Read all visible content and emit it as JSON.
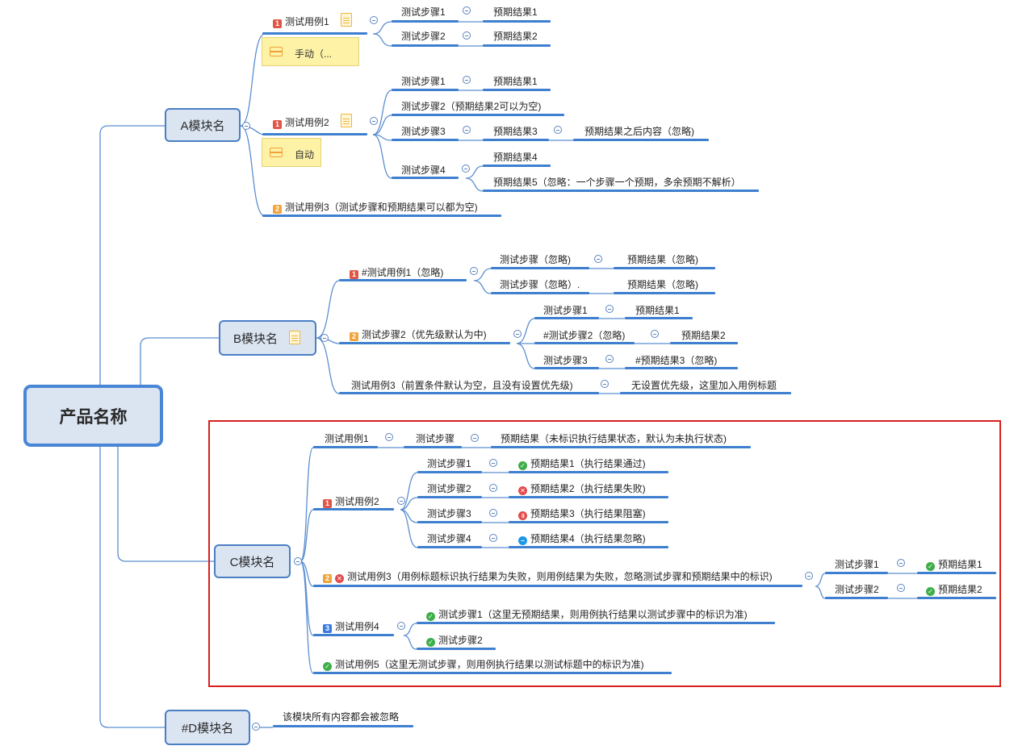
{
  "root": {
    "label": "产品名称"
  },
  "moduleA": {
    "label": "A模块名",
    "case1": {
      "priority": "1",
      "label": "测试用例1",
      "note": "手动（...",
      "step1": "测试步骤1",
      "result1": "预期结果1",
      "step2": "测试步骤2",
      "result2": "预期结果2"
    },
    "case2": {
      "priority": "1",
      "label": "测试用例2",
      "note": "自动",
      "step1": "测试步骤1",
      "result1": "预期结果1",
      "step2": "测试步骤2（预期结果2可以为空)",
      "step3": "测试步骤3",
      "result3": "预期结果3",
      "after3": "预期结果之后内容（忽略)",
      "step4": "测试步骤4",
      "result4": "预期结果4",
      "result5": "预期结果5（忽略：一个步骤一个预期，多余预期不解析）"
    },
    "case3": {
      "priority": "2",
      "label": "测试用例3（测试步骤和预期结果可以都为空)"
    }
  },
  "moduleB": {
    "label": "B模块名",
    "case1": {
      "priority": "1",
      "label": "#测试用例1（忽略)",
      "step1": "测试步骤（忽略)",
      "result1": "预期结果（忽略)",
      "step2": "测试步骤（忽略）.",
      "result2": "预期结果（忽略)"
    },
    "case2": {
      "priority": "2",
      "label": "测试步骤2（优先级默认为中)",
      "step1": "测试步骤1",
      "result1": "预期结果1",
      "step2": "#测试步骤2（忽略)",
      "result2": "预期结果2",
      "step3": "测试步骤3",
      "result3": "#预期结果3（忽略)"
    },
    "case3": {
      "label": "测试用例3（前置条件默认为空，且没有设置优先级)",
      "title": "无设置优先级，这里加入用例标题"
    }
  },
  "moduleC": {
    "label": "C模块名",
    "case1": {
      "label": "测试用例1",
      "step": "测试步骤",
      "result": "预期结果（未标识执行结果状态，默认为未执行状态)"
    },
    "case2": {
      "priority": "1",
      "label": "测试用例2",
      "step1": "测试步骤1",
      "result1": "预期结果1（执行结果通过)",
      "step2": "测试步骤2",
      "result2": "预期结果2（执行结果失败)",
      "step3": "测试步骤3",
      "result3": "预期结果3（执行结果阻塞)",
      "step4": "测试步骤4",
      "result4": "预期结果4（执行结果忽略)"
    },
    "case3": {
      "priority": "2",
      "label": "测试用例3（用例标题标识执行结果为失败，则用例结果为失败，忽略测试步骤和预期结果中的标识)",
      "step1": "测试步骤1",
      "result1": "预期结果1",
      "step2": "测试步骤2",
      "result2": "预期结果2"
    },
    "case4": {
      "priority": "3",
      "label": "测试用例4",
      "step1": "测试步骤1（这里无预期结果，则用例执行结果以测试步骤中的标识为准)",
      "step2": "测试步骤2"
    },
    "case5": {
      "label": "测试用例5（这里无测试步骤，则用例执行结果以测试标题中的标识为准)"
    }
  },
  "moduleD": {
    "label": "#D模块名",
    "child": "该模块所有内容都会被忽略"
  },
  "icons": {
    "expand": "collapse-circle-icon",
    "note": "note-icon",
    "doc": "document-icon",
    "pass": "check-circle-icon",
    "fail": "x-circle-icon",
    "block": "pause-circle-icon",
    "skip": "minus-circle-icon"
  },
  "colors": {
    "line": "#3f7fd0",
    "node": "#dbe5f2",
    "highlight": "#d9201f",
    "note": "#fdf2a6"
  }
}
